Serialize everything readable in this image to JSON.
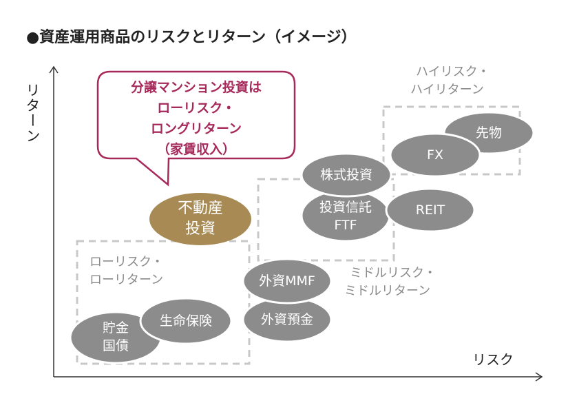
{
  "title": "●資産運用商品のリスクとリターン（イメージ）",
  "axes": {
    "y_label": "リターン",
    "x_label": "リスク"
  },
  "zones": {
    "low": {
      "label_lines": [
        "ローリスク・",
        "ローリターン"
      ]
    },
    "mid": {
      "label_lines": [
        "ミドルリスク・",
        "ミドルリターン"
      ]
    },
    "high": {
      "label_lines": [
        "ハイリスク・",
        "ハイリターン"
      ]
    }
  },
  "callout": {
    "lines": [
      "分譲マンション投資は",
      "ローリスク・",
      "ロングリターン",
      "（家賃収入）"
    ],
    "color": "#a6295a"
  },
  "products": {
    "real_estate": {
      "lines": [
        "不動産",
        "投資"
      ],
      "color": "#a88a55"
    },
    "savings_bonds": {
      "lines": [
        "貯金",
        "国債"
      ]
    },
    "life_insurance": {
      "lines": [
        "生命保険"
      ]
    },
    "foreign_mmf": {
      "lines": [
        "外資MMF"
      ]
    },
    "foreign_deposit": {
      "lines": [
        "外資預金"
      ]
    },
    "stock_investment": {
      "lines": [
        "株式投資"
      ]
    },
    "investment_trust": {
      "lines": [
        "投資信託",
        "FTF"
      ]
    },
    "reit": {
      "lines": [
        "REIT"
      ]
    },
    "fx": {
      "lines": [
        "FX"
      ]
    },
    "futures": {
      "lines": [
        "先物"
      ]
    }
  },
  "colors": {
    "product": "#8c8c8c",
    "zone_border": "#c8c8c8",
    "axis": "#333333"
  }
}
